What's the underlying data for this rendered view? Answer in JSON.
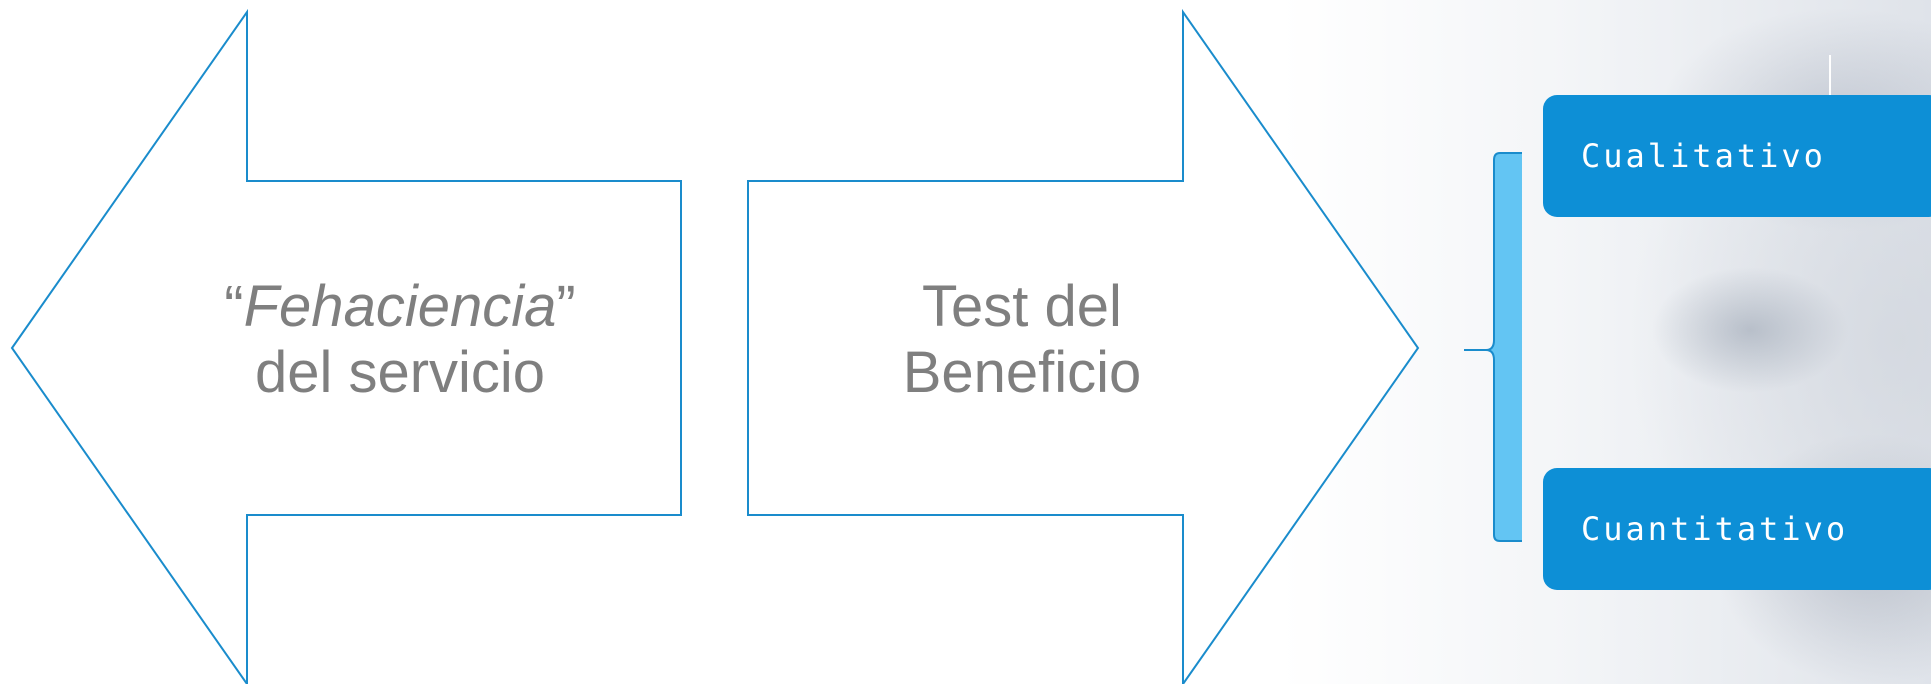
{
  "left_arrow": {
    "open_quote": "“",
    "emphasis": "Fehaciencia",
    "close_quote": "”",
    "line2": "del servicio"
  },
  "right_arrow": {
    "line1": "Test del",
    "line2": "Beneficio"
  },
  "branches": [
    {
      "label": "Cualitativo"
    },
    {
      "label": "Cuantitativo"
    }
  ],
  "colors": {
    "outline": "#1a8ccc",
    "pill": "#0d8fd6",
    "bracket": "#5bc2f2",
    "text": "#7f7f7f"
  }
}
